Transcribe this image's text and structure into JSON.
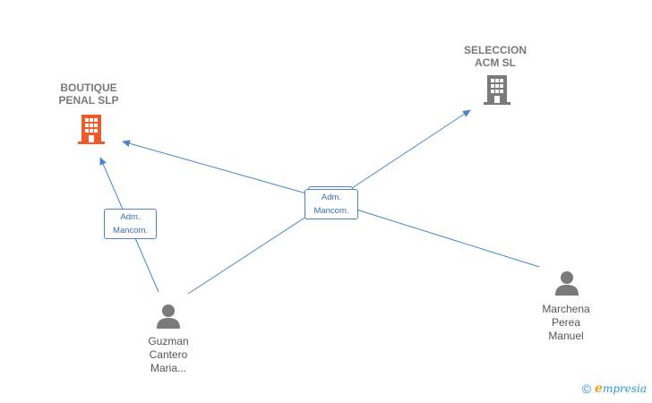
{
  "nodes": {
    "boutique": {
      "line1": "BOUTIQUE",
      "line2": "PENAL  SLP",
      "color": "#f05a28"
    },
    "seleccion": {
      "line1": "SELECCION",
      "line2": "ACM  SL",
      "color": "#7a7a7a"
    },
    "guzman": {
      "line1": "Guzman",
      "line2": "Cantero",
      "line3": "Maria..."
    },
    "marchena": {
      "line1": "Marchena",
      "line2": "Perea",
      "line3": "Manuel"
    }
  },
  "relations": {
    "left": {
      "line1": "Adm.",
      "line2": "Mancom."
    },
    "center": {
      "line1": "Adm.",
      "line2": "Mancom."
    }
  },
  "icons": {
    "company": "building-icon",
    "person": "person-icon"
  },
  "colors": {
    "edge": "#4a86c8",
    "person": "#7a7a7a"
  },
  "watermark": {
    "symbol": "©",
    "brand_initial": "e",
    "brand_rest": "mpresia"
  }
}
